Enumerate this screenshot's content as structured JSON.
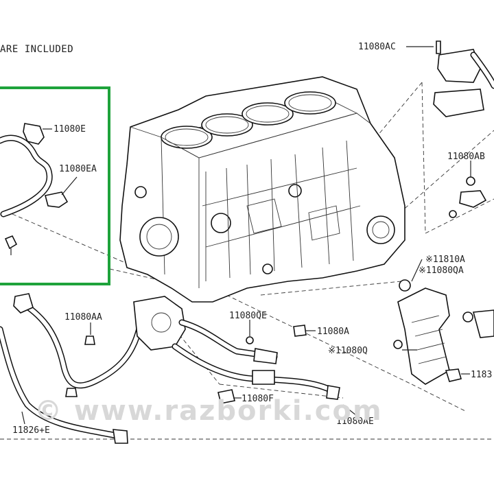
{
  "header": {
    "text": "ARE INCLUDED"
  },
  "callouts": {
    "c11080AC": "11080AC",
    "c11080E": "11080E",
    "c11080EA": "11080EA",
    "c11080AB": "11080AB",
    "c11810A": "※11810A",
    "c11080QA": "※11080QA",
    "c11080AA": "11080AA",
    "c11080QE": "11080QE",
    "c11080A": "11080A",
    "c11080Q": "※11080Q",
    "c1183": "1183",
    "c11080F": "11080F",
    "c11826E": "11826+E",
    "c11080AE": "11080AE"
  },
  "watermark": {
    "text": "© www.razborki.com"
  },
  "colors": {
    "highlight_box": "#1ea33b",
    "ink": "#111111",
    "watermark": "#d8d8d8"
  },
  "icons": {
    "copyright": "copyright-icon"
  }
}
